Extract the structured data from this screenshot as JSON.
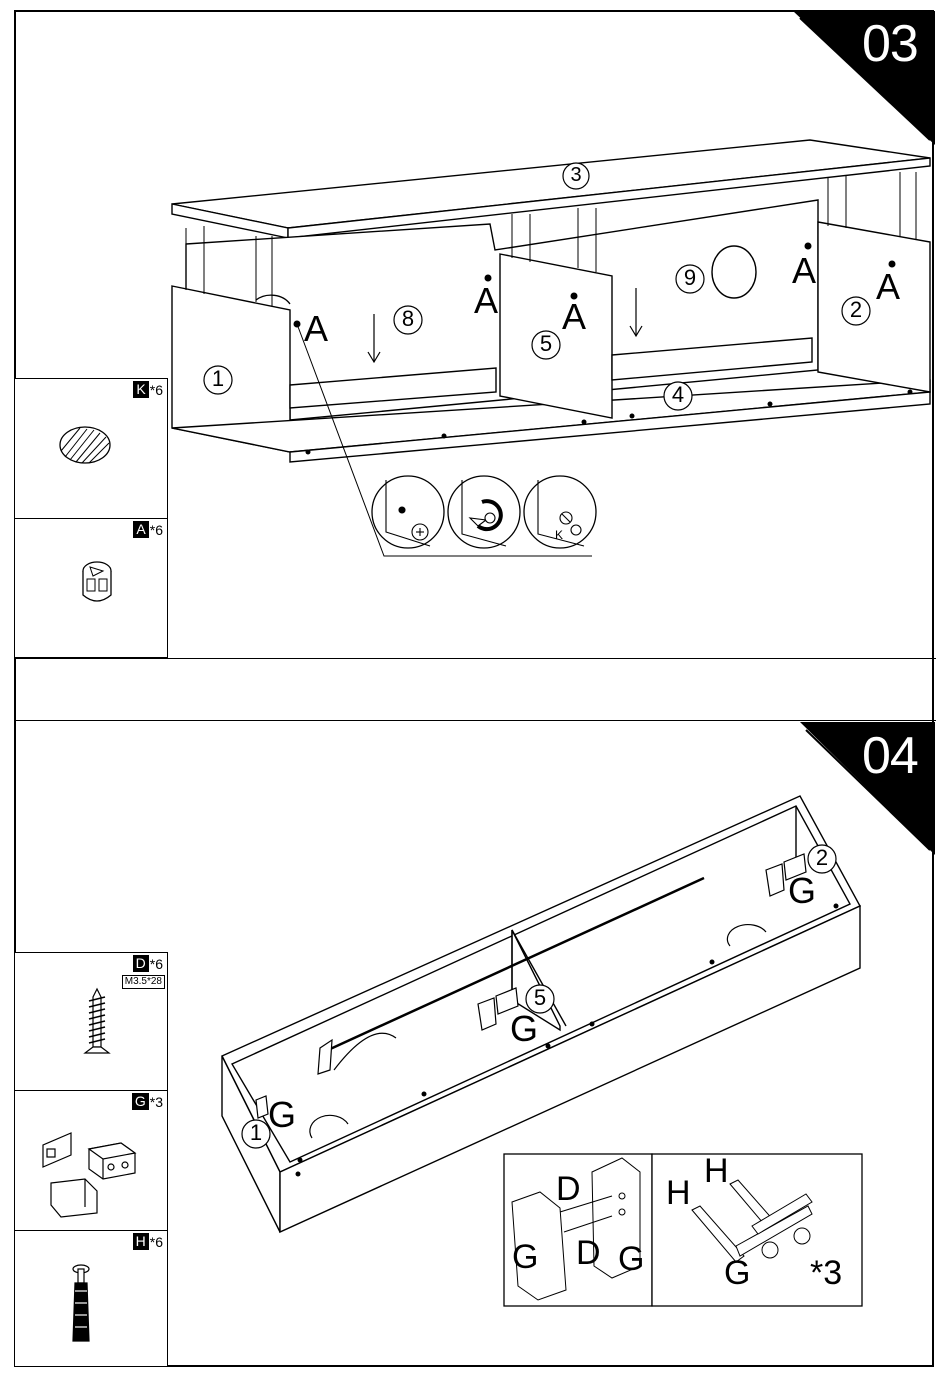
{
  "steps": [
    {
      "number": "03",
      "parts": [
        {
          "letter": "K",
          "count": "*6",
          "icon": "wood-dowel-icon"
        },
        {
          "letter": "A",
          "count": "*6",
          "icon": "cam-lock-icon"
        }
      ],
      "callouts": {
        "panel_1": "1",
        "panel_2": "2",
        "panel_3": "3",
        "panel_4": "4",
        "panel_5": "5",
        "panel_8": "8",
        "panel_9": "9",
        "fastener": "A",
        "detail_k": "K"
      }
    },
    {
      "number": "04",
      "parts": [
        {
          "letter": "D",
          "count": "*6",
          "spec": "M3.5*28",
          "icon": "screw-icon"
        },
        {
          "letter": "G",
          "count": "*3",
          "icon": "wall-bracket-icon"
        },
        {
          "letter": "H",
          "count": "*6",
          "icon": "wall-anchor-icon"
        }
      ],
      "callouts": {
        "panel_1": "1",
        "panel_2": "2",
        "panel_5": "5",
        "bracket": "G",
        "detail_D": "D",
        "detail_G": "G",
        "detail_H": "H",
        "multiplier": "*3"
      }
    }
  ],
  "colors": {
    "ink": "#000000",
    "paper": "#ffffff"
  }
}
